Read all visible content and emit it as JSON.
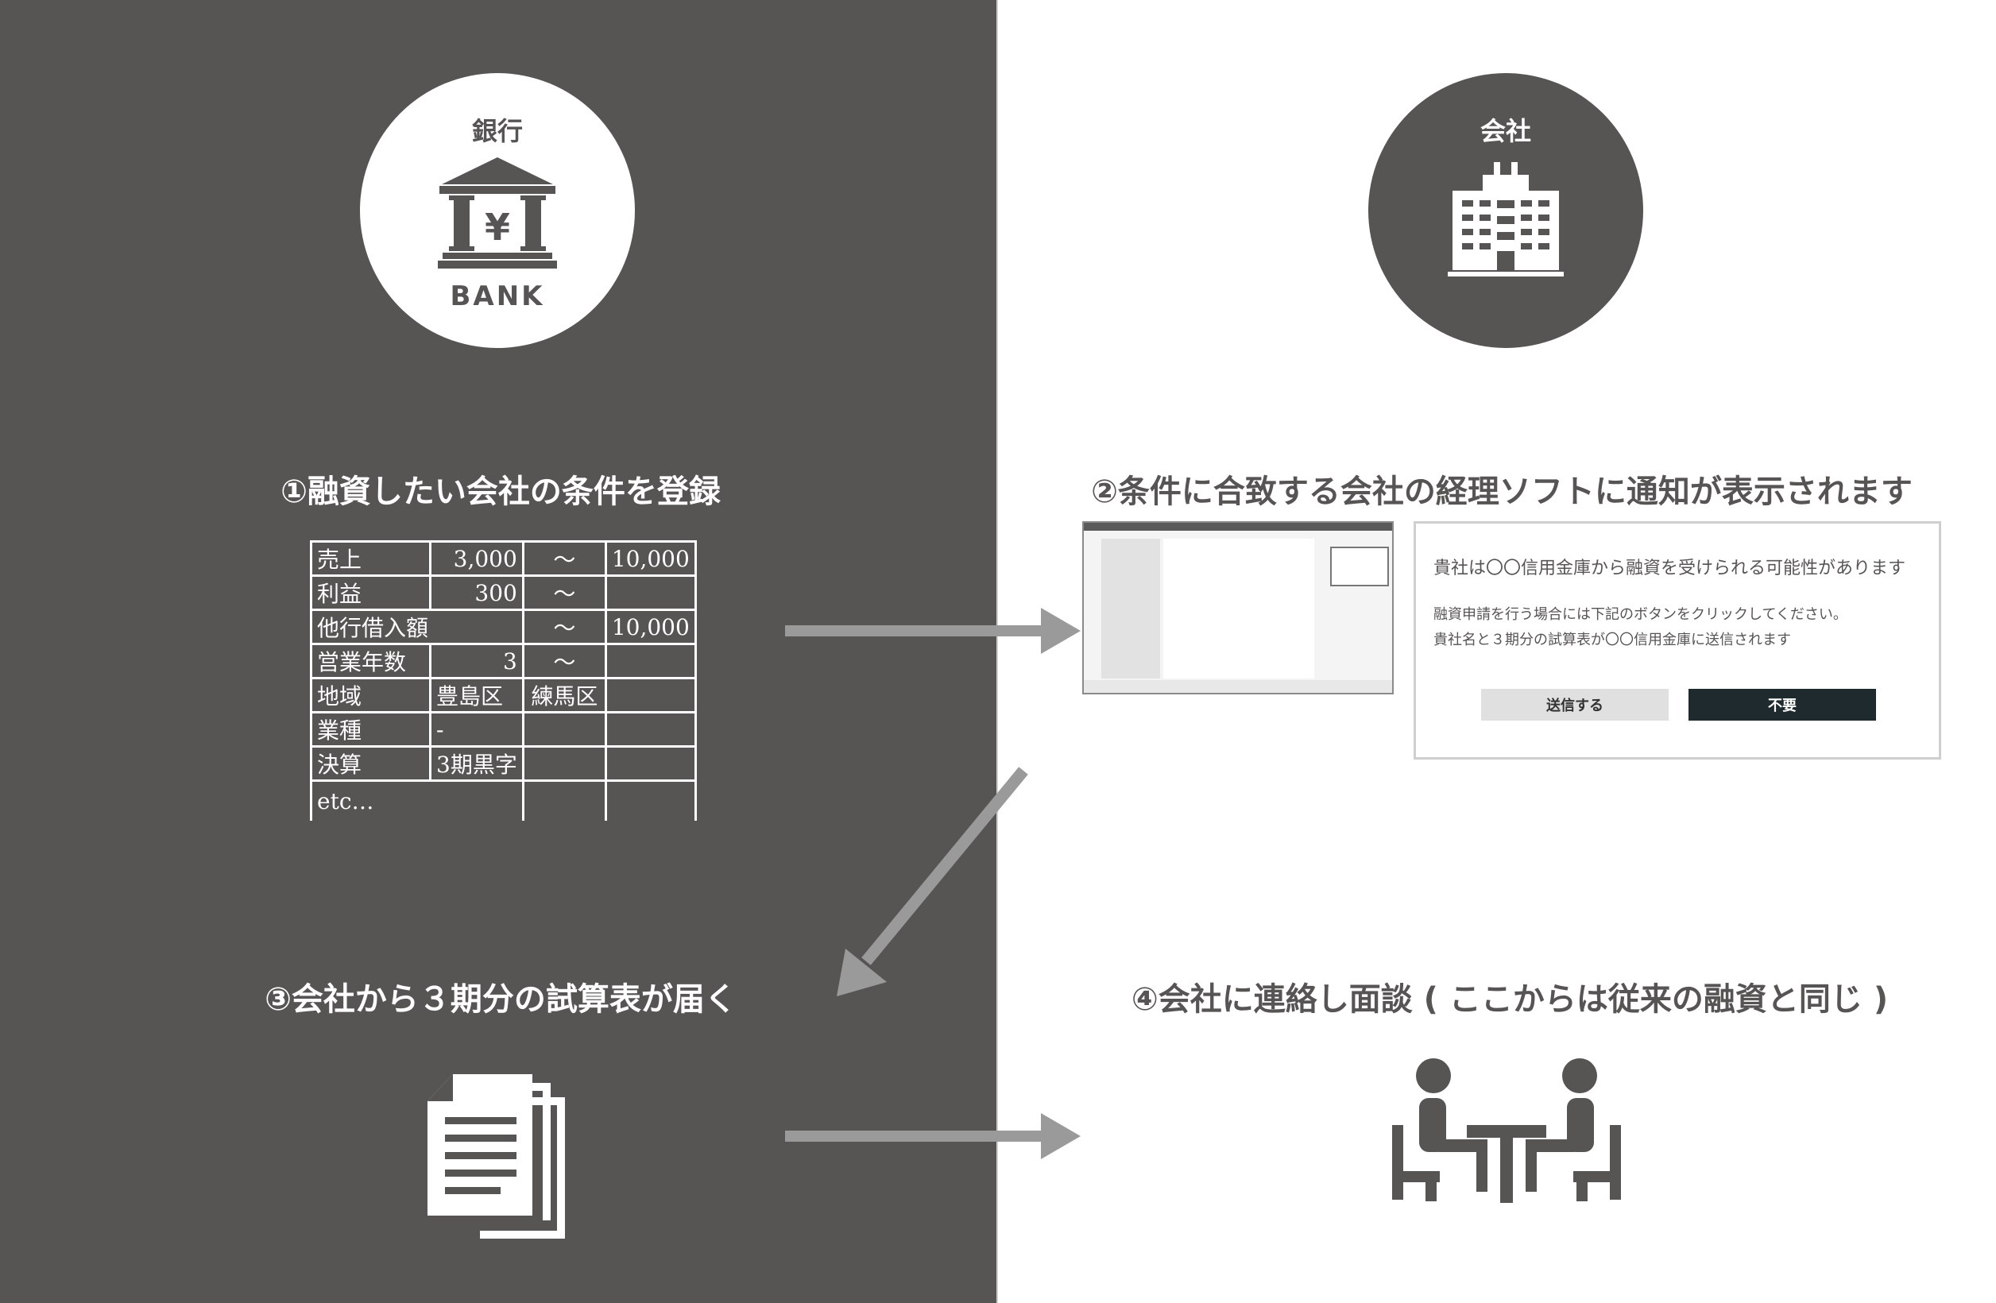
{
  "colors": {
    "dark_panel": "#575554",
    "light_panel": "#ffffff",
    "arrow": "#9a9a9a",
    "decline_button": "#1e2a2e"
  },
  "bank": {
    "label": "銀行",
    "icon": "bank-building-yen-icon",
    "yen": "¥",
    "word": "BANK"
  },
  "company": {
    "label": "会社",
    "icon": "office-building-icon"
  },
  "steps": {
    "step1": "①融資したい会社の条件を登録",
    "step2": "②条件に合致する会社の経理ソフトに通知が表示されます",
    "step3": "③会社から３期分の試算表が届く",
    "step4": "④会社に連絡し面談 ( ここからは従来の融資と同じ )"
  },
  "conditions_table": [
    [
      "売上",
      "3,000",
      "〜",
      "10,000"
    ],
    [
      "利益",
      "300",
      "〜",
      ""
    ],
    [
      "他行借入額",
      "",
      "〜",
      "10,000"
    ],
    [
      "営業年数",
      "3",
      "〜",
      ""
    ],
    [
      "地域",
      "豊島区",
      "練馬区",
      ""
    ],
    [
      "業種",
      "-",
      "",
      ""
    ],
    [
      "決算",
      "3期黒字",
      "",
      ""
    ],
    [
      "etc…",
      "",
      "",
      ""
    ]
  ],
  "notification": {
    "message": "貴社は〇〇信用金庫から融資を受けられる可能性があります",
    "line1": "融資申請を行う場合には下記のボタンをクリックしてください。",
    "line2": "貴社名と３期分の試算表が〇〇信用金庫に送信されます",
    "send_button": "送信する",
    "decline_button": "不要"
  },
  "icons": {
    "documents": "documents-stack-icon",
    "meeting": "meeting-people-table-icon",
    "software": "accounting-software-screenshot"
  }
}
